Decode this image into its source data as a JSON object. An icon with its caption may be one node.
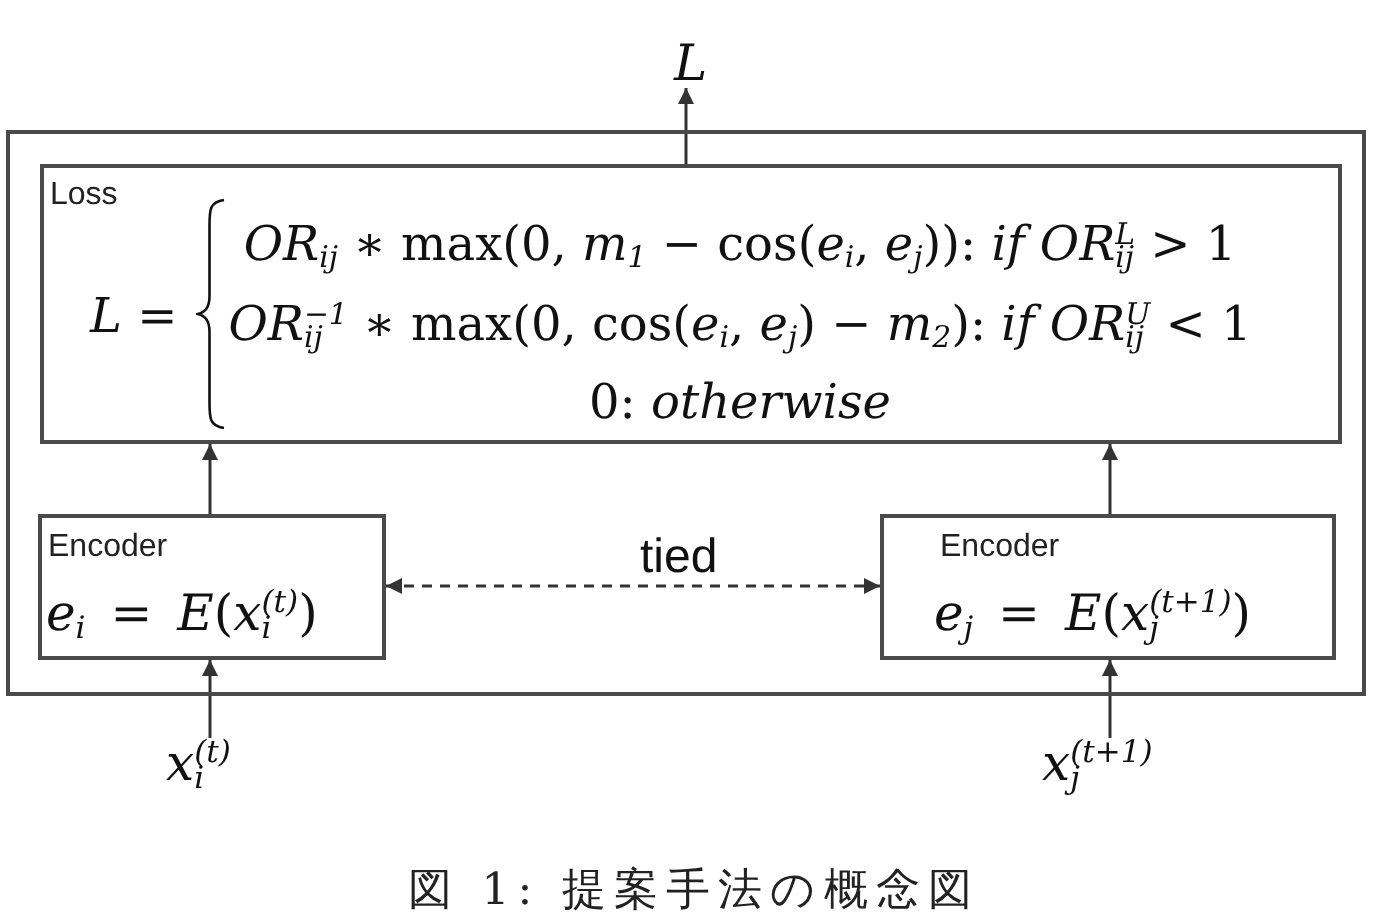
{
  "diagram": {
    "caption": "図 1: 提案手法の概念図",
    "nodes": [
      {
        "text": [],
        "shape": "box"
      },
      {
        "text": [
          "Loss",
          "*L* =",
          "*OR*$_{ij}$ ∗ max(0, *m*$_{1}$ − cos(*e*$_{i}$, *e*$_{j}$)): *if OR*$_{ij}$$^{L}$ > 1",
          "*OR*$_{ij}$$^{−1}$ ∗ max(0, cos(*e*$_{i}$, *e*$_{j}$) − *m*$_{2}$): *if OR*$_{ij}$$^{U}$ < 1",
          "0: *otherwise*"
        ],
        "in": 0
      },
      {
        "text": [
          "Encoder",
          "*e*$_{i}$ = *E*(*x*$_{i}$$^{(t)}$)"
        ],
        "in": 0
      },
      {
        "text": [
          "Encoder",
          "*e*$_{j}$ = *E*(*x*$_{j}$$^{(t+1)}$)"
        ],
        "in": 0
      },
      {
        "text": [
          "L"
        ]
      },
      {
        "text": [
          "*x*$_{i}$$^{(t)}$"
        ]
      },
      {
        "text": [
          "*x*$_{j}$$^{(t+1)}$"
        ]
      }
    ],
    "edges": [
      {
        "from": 1,
        "to": 4,
        "arrow": "to"
      },
      {
        "from": 2,
        "to": 1,
        "arrow": "to"
      },
      {
        "from": 3,
        "to": 1,
        "arrow": "to"
      },
      {
        "from": 5,
        "to": 2,
        "arrow": "to"
      },
      {
        "from": 6,
        "to": 3,
        "arrow": "to"
      },
      {
        "from": 2,
        "to": 3,
        "arrow": "both",
        "style": "dashed",
        "label": "tied"
      }
    ]
  }
}
